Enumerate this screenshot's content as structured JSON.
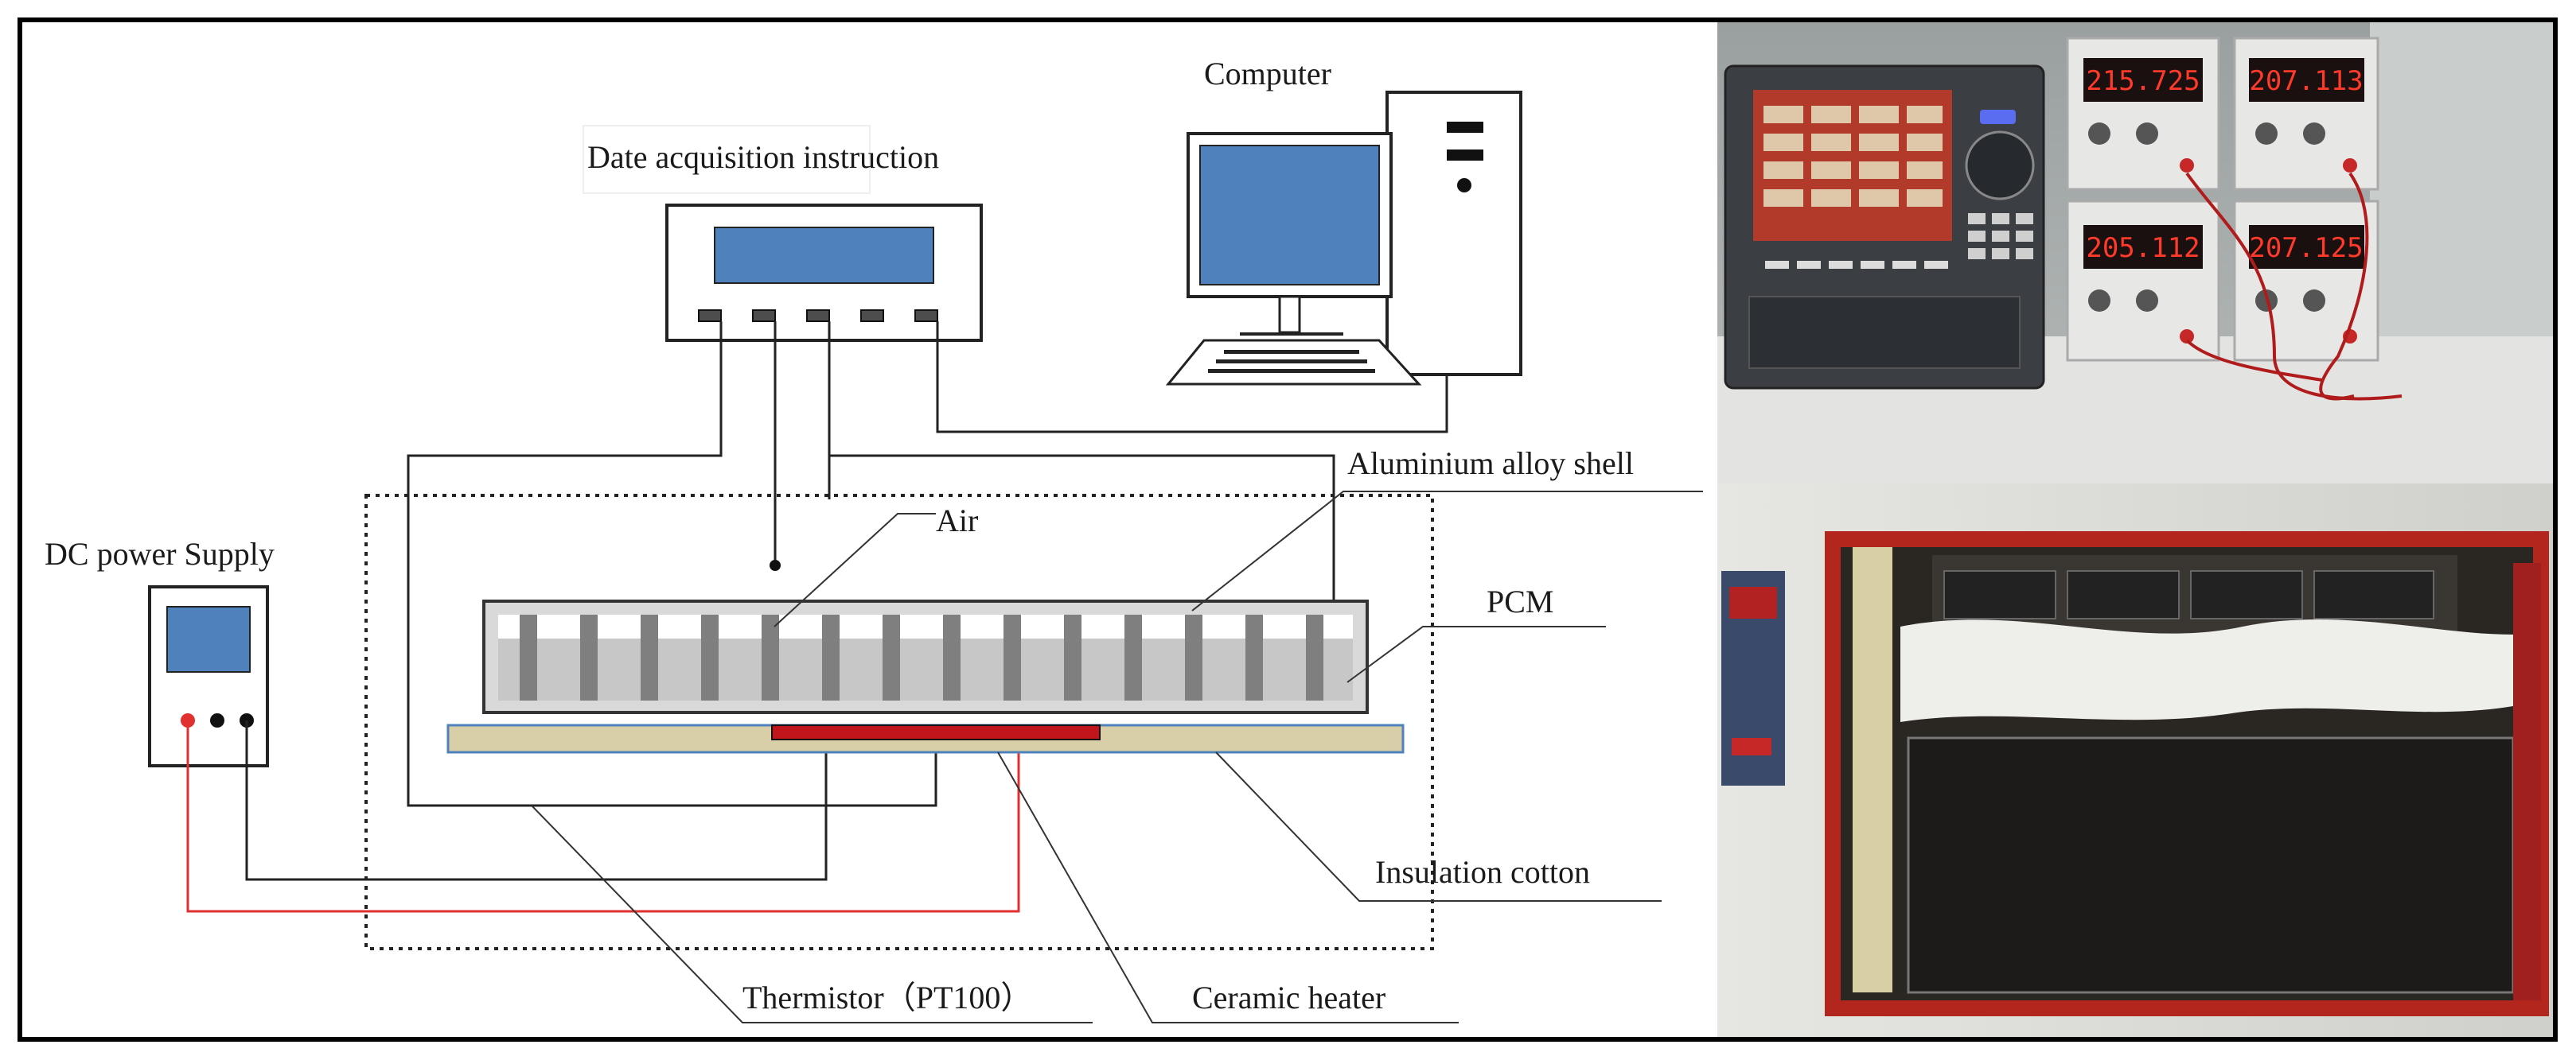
{
  "labels": {
    "computer": "Computer",
    "daq": "Date acquisition instruction",
    "dc_power": "DC power Supply",
    "shell": "Aluminium alloy shell",
    "air": "Air",
    "pcm": "PCM",
    "insulation": "Insulation cotton",
    "thermistor": "Thermistor（PT100）",
    "heater": "Ceramic heater"
  },
  "photo": {
    "supply_displays": [
      "215.725",
      "207.113",
      "205.112",
      "207.125"
    ]
  },
  "colors": {
    "screen_blue": "#4f81bd",
    "wire_red": "#e03030",
    "heater_red": "#c0161b",
    "insulation_tan": "#d8cfa8",
    "pcm_gray": "#c7c7c7",
    "fin_gray": "#7f7f7f"
  }
}
